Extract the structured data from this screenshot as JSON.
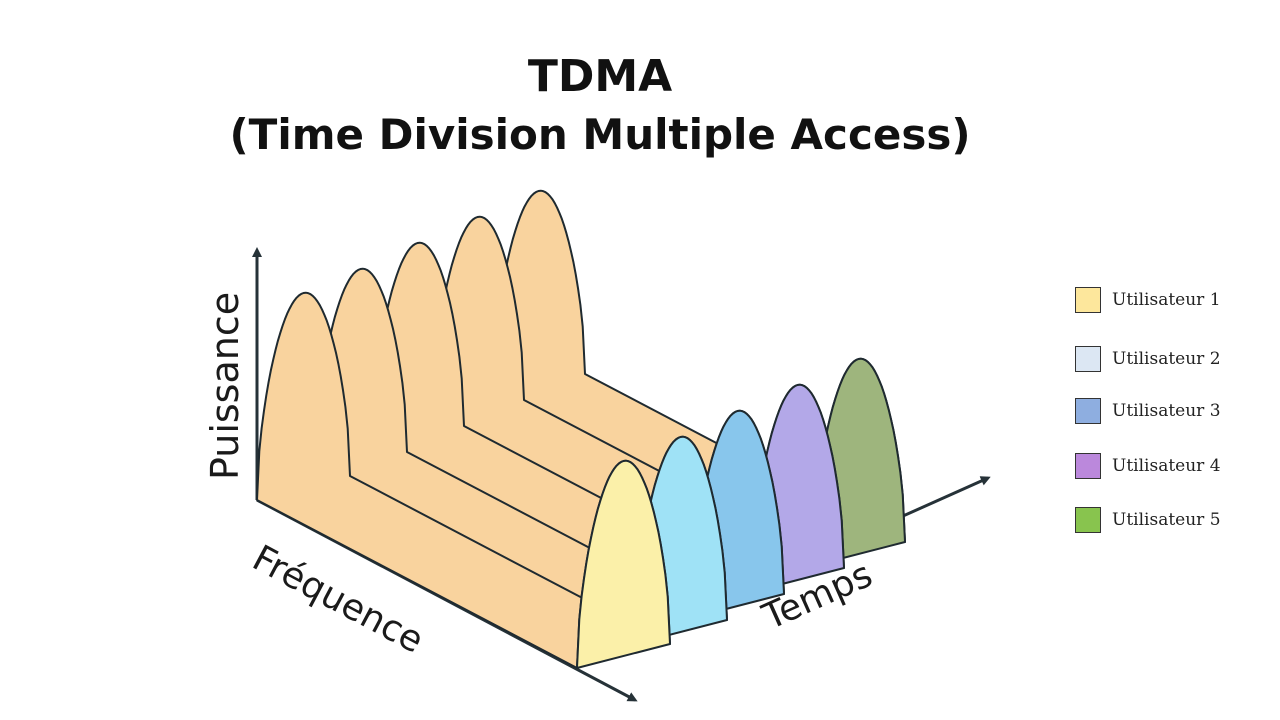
{
  "title": {
    "line1": "TDMA",
    "line2": "(Time Division Multiple Access)"
  },
  "axes": {
    "power": "Puissance",
    "frequency": "Fréquence",
    "time": "Temps"
  },
  "pulse_colors": {
    "top": "#f9d39e",
    "fronts": [
      "#fbf0a9",
      "#9fe2f6",
      "#88c6ec",
      "#b3a8e8",
      "#9eb57d"
    ]
  },
  "legend": [
    {
      "label": "Utilisateur 1",
      "color": "#fde79c"
    },
    {
      "label": "Utilisateur 2",
      "color": "#dce7f3"
    },
    {
      "label": "Utilisateur 3",
      "color": "#8eaee0"
    },
    {
      "label": "Utilisateur 4",
      "color": "#bb88dc"
    },
    {
      "label": "Utilisateur 5",
      "color": "#88c44e"
    }
  ]
}
